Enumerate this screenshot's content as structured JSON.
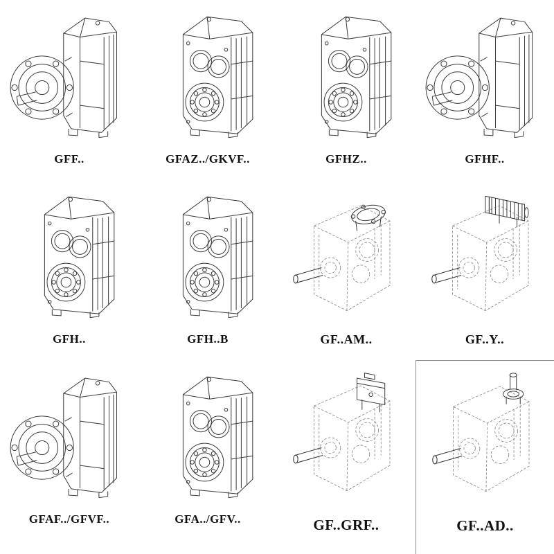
{
  "page": {
    "background": "#ffffff"
  },
  "colors": {
    "solid_line": "#3a3a3a",
    "dashed_line": "#8f8f8f"
  },
  "grid": {
    "items": [
      {
        "label": "GFF..",
        "drawing": "flange-mounted-gear-unit"
      },
      {
        "label": "GFAZ../GKVF..",
        "drawing": "hollow-shaft-gear-unit"
      },
      {
        "label": "GFHZ..",
        "drawing": "hollow-shaft-gear-unit"
      },
      {
        "label": "GFHF..",
        "drawing": "flange-mounted-gear-unit"
      },
      {
        "label": "GFH..",
        "drawing": "hollow-shaft-gear-unit"
      },
      {
        "label": "GFH..B",
        "drawing": "hollow-shaft-gear-unit-base"
      },
      {
        "label": "GF..AM..",
        "drawing": "gear-unit-motor-adapter-flange-dashed"
      },
      {
        "label": "GF..Y..",
        "drawing": "gear-unit-with-motor-dashed"
      },
      {
        "label": "GFAF../GFVF..",
        "drawing": "flange-mounted-gear-unit"
      },
      {
        "label": "GFA../GFV..",
        "drawing": "hollow-shaft-gear-unit"
      },
      {
        "label": "GF..GRF..",
        "drawing": "gear-unit-adapter-box-dashed"
      },
      {
        "label": "GF..AD..",
        "drawing": "gear-unit-input-shaft-adapter-dashed"
      }
    ]
  }
}
